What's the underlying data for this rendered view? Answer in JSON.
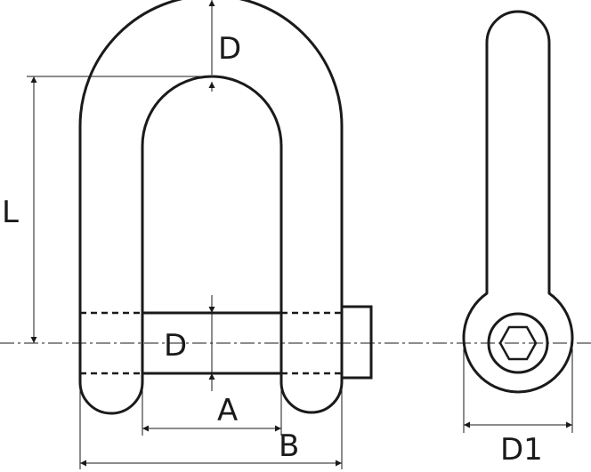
{
  "diagram": {
    "labels": {
      "d_top": "D",
      "d_pin": "D",
      "l": "L",
      "a": "A",
      "b": "B",
      "d1": "D1"
    },
    "colors": {
      "stroke": "#1a1a1a",
      "background": "#ffffff"
    }
  }
}
